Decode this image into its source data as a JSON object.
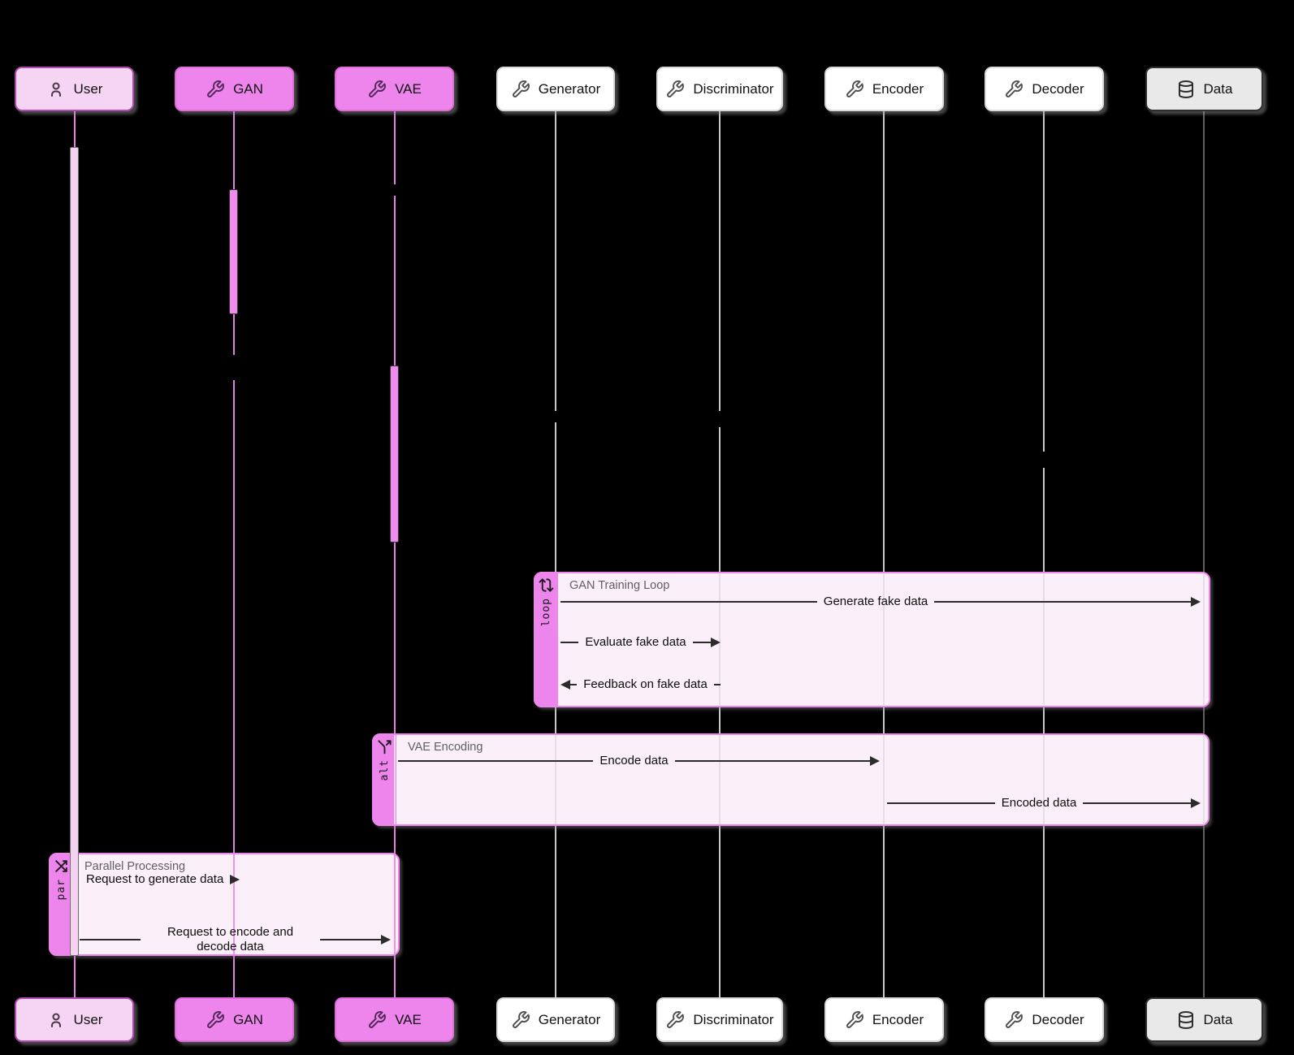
{
  "diagram": {
    "kind": "sequence-diagram",
    "background": "#000000"
  },
  "participants": [
    {
      "label": "User",
      "icon": "person-icon"
    },
    {
      "label": "GAN",
      "icon": "wrench-icon"
    },
    {
      "label": "VAE",
      "icon": "wrench-icon"
    },
    {
      "label": "Generator",
      "icon": "wrench-icon"
    },
    {
      "label": "Discriminator",
      "icon": "wrench-icon"
    },
    {
      "label": "Encoder",
      "icon": "wrench-icon"
    },
    {
      "label": "Decoder",
      "icon": "wrench-icon"
    },
    {
      "label": "Data",
      "icon": "database-icon"
    }
  ],
  "frames": {
    "loop": {
      "type": "loop",
      "title": "GAN Training Loop",
      "messages": [
        {
          "label": "Generate fake data",
          "from": "Generator",
          "to": "Data",
          "direction": "right"
        },
        {
          "label": "Evaluate fake data",
          "from": "Generator",
          "to": "Discriminator",
          "direction": "right"
        },
        {
          "label": "Feedback on fake data",
          "from": "Discriminator",
          "to": "Generator",
          "direction": "left"
        }
      ]
    },
    "alt": {
      "type": "alt",
      "title": "VAE Encoding",
      "messages": [
        {
          "label": "Encode data",
          "from": "VAE",
          "to": "Encoder",
          "direction": "right"
        },
        {
          "label": "Encoded data",
          "from": "Encoder",
          "to": "Data",
          "direction": "right"
        }
      ]
    },
    "par": {
      "type": "par",
      "title": "Parallel Processing",
      "messages": [
        {
          "label": "Request to generate data",
          "from": "User",
          "to": "GAN",
          "direction": "right"
        },
        {
          "label": "Request to encode and decode data",
          "from": "User",
          "to": "VAE",
          "direction": "right"
        }
      ]
    }
  },
  "colors": {
    "user_box_fill": "#f6d4f3",
    "user_box_border": "#b04ab0",
    "model_box_fill": "#ee85ec",
    "plain_box_fill": "#ffffff",
    "data_box_fill": "#e9e9e9",
    "frame_body": "#fbf0f9",
    "frame_accent": "#ee85ec",
    "pink_lifeline": "#e97de4",
    "gray_lifeline": "#c9c9c9",
    "arrow": "#2c2c2c"
  }
}
